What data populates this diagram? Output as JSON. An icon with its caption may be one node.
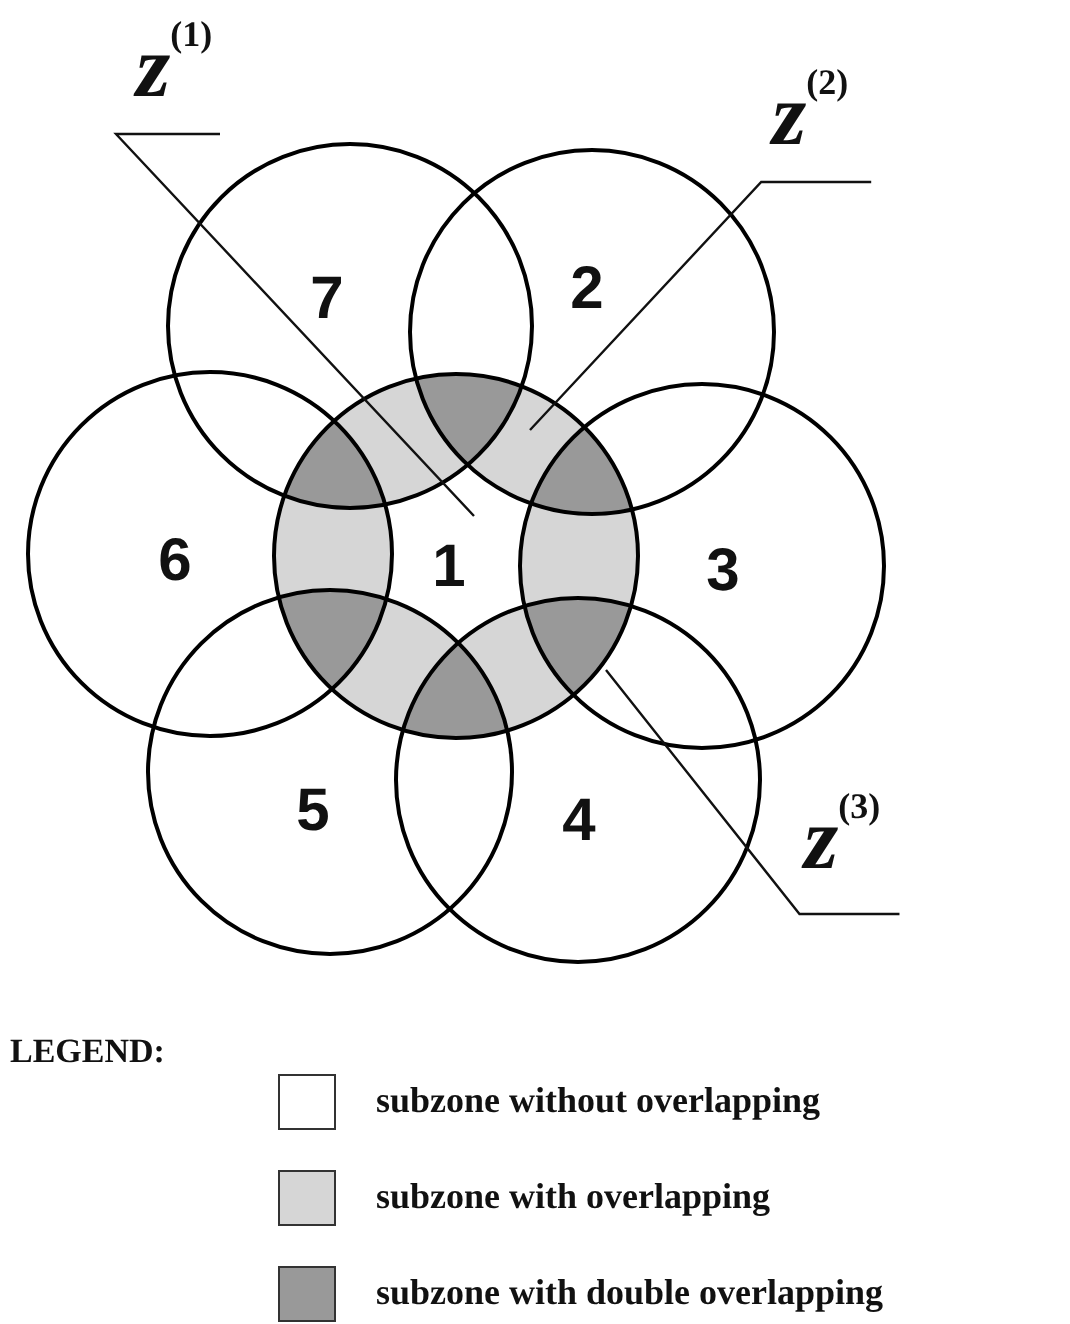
{
  "diagram": {
    "nodes": [
      {
        "text": [
          "*z*$^{(1)}$"
        ]
      },
      {
        "text": [
          "*z*$^{(2)}$"
        ]
      },
      {
        "text": [
          "7"
        ]
      },
      {
        "text": [
          "2"
        ]
      },
      {
        "text": [
          "6"
        ]
      },
      {
        "text": [
          "1"
        ]
      },
      {
        "text": [
          "3"
        ]
      },
      {
        "text": [
          "5"
        ]
      },
      {
        "text": [
          "4"
        ]
      },
      {
        "text": [
          "*z*$^{(3)}$"
        ]
      }
    ],
    "edges": [
      {
        "from": 0,
        "to": 5,
        "arrow": "none"
      },
      {
        "from": 1,
        "to": 5,
        "arrow": "none"
      },
      {
        "from": 9,
        "to": 5,
        "arrow": "none"
      }
    ],
    "labels": [
      "LEGEND:"
    ],
    "legend": [
      {
        "text": "subzone without overlapping",
        "color": "#ffffff"
      },
      {
        "text": "subzone with overlapping",
        "color": "#d6d6d6"
      },
      {
        "text": "subzone with double overlapping",
        "color": "#999999"
      }
    ]
  }
}
